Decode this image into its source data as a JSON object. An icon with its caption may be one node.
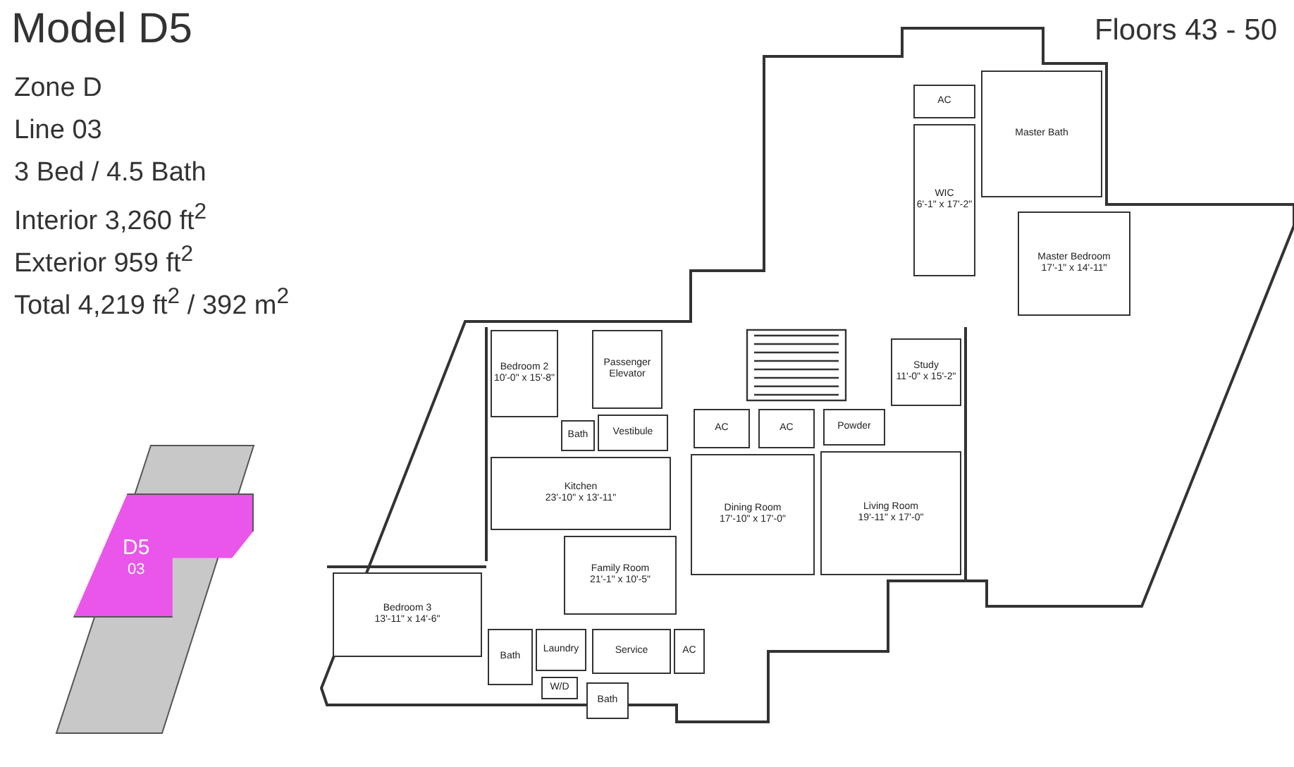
{
  "diagram": {
    "title": "Model D5",
    "nodes": [
      {
        "text": [
          "Bedroom 2",
          "10'-0\" x 15'-8\""
        ]
      },
      {
        "text": [
          "Passenger Elevator"
        ]
      },
      {
        "text": [
          "Bath"
        ]
      },
      {
        "text": [
          "Vestibule"
        ]
      },
      {
        "text": [
          "Kitchen",
          "23'-10\" x 13'-11\""
        ]
      },
      {
        "text": [
          "Dining Room",
          "17'-10\" x 17'-0\""
        ]
      },
      {
        "text": [
          "Living Room",
          "19'-11\" x 17'-0\""
        ]
      },
      {
        "text": [
          "Family Room",
          "21'-1\" x 10'-5\""
        ]
      },
      {
        "text": [
          "AC"
        ]
      },
      {
        "text": [
          "AC"
        ]
      },
      {
        "text": [
          "Powder"
        ]
      },
      {
        "text": [
          "Study",
          "11'-0\" x 15'-2\""
        ]
      },
      {
        "text": [
          "AC"
        ]
      },
      {
        "text": [
          "WIC",
          "6'-1\" x 17'-2\""
        ]
      },
      {
        "text": [
          "Master Bath"
        ]
      },
      {
        "text": [
          "Master Bedroom",
          "17'-1\" x 14'-11\""
        ]
      },
      {
        "text": [
          "Bedroom 3",
          "13'-11\" x 14'-6\""
        ]
      },
      {
        "text": [
          "Bath"
        ]
      },
      {
        "text": [
          "Laundry"
        ]
      },
      {
        "text": [
          "W/D"
        ]
      },
      {
        "text": [
          "Service"
        ]
      },
      {
        "text": [
          "AC"
        ]
      },
      {
        "text": [
          "Bath"
        ]
      },
      {
        "text": [
          "D5",
          "03"
        ]
      }
    ],
    "labels": [
      "Zone D",
      "Line 03",
      "3 Bed / 4.5 Bath",
      "Interior 3,260 ft$^{2}$",
      "Exterior 959 ft$^{2}$",
      "Total 4,219 ft$^{2}$ / 392 m$^{2}$",
      "Floors 43 - 50"
    ]
  }
}
